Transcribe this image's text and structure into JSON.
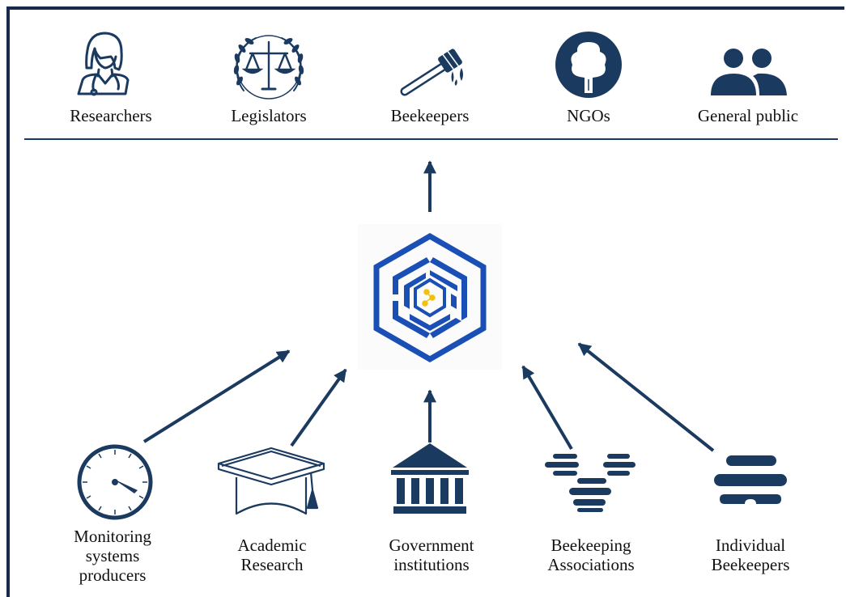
{
  "colors": {
    "navy": "#1b3a5f",
    "frame": "#172a4a",
    "logo_blue": "#1a4fb5",
    "logo_yellow": "#f2c10f"
  },
  "consumers": [
    {
      "label": "Researchers",
      "icon": "researcher-icon"
    },
    {
      "label": "Legislators",
      "icon": "scales-of-justice-icon"
    },
    {
      "label": "Beekeepers",
      "icon": "honey-dipper-icon"
    },
    {
      "label": "NGOs",
      "icon": "tree-icon"
    },
    {
      "label": "General public",
      "icon": "people-icon"
    }
  ],
  "hub": {
    "icon": "hexagon-platform-logo-icon"
  },
  "contributors": [
    {
      "lines": [
        "Monitoring",
        "systems",
        "producers"
      ],
      "icon": "gauge-icon"
    },
    {
      "lines": [
        "Academic",
        "Research"
      ],
      "icon": "graduation-cap-icon"
    },
    {
      "lines": [
        "Government",
        "institutions"
      ],
      "icon": "government-building-icon"
    },
    {
      "lines": [
        "Beekeeping",
        "Associations"
      ],
      "icon": "associations-icon"
    },
    {
      "lines": [
        "Individual",
        "Beekeepers"
      ],
      "icon": "beehive-icon"
    }
  ]
}
